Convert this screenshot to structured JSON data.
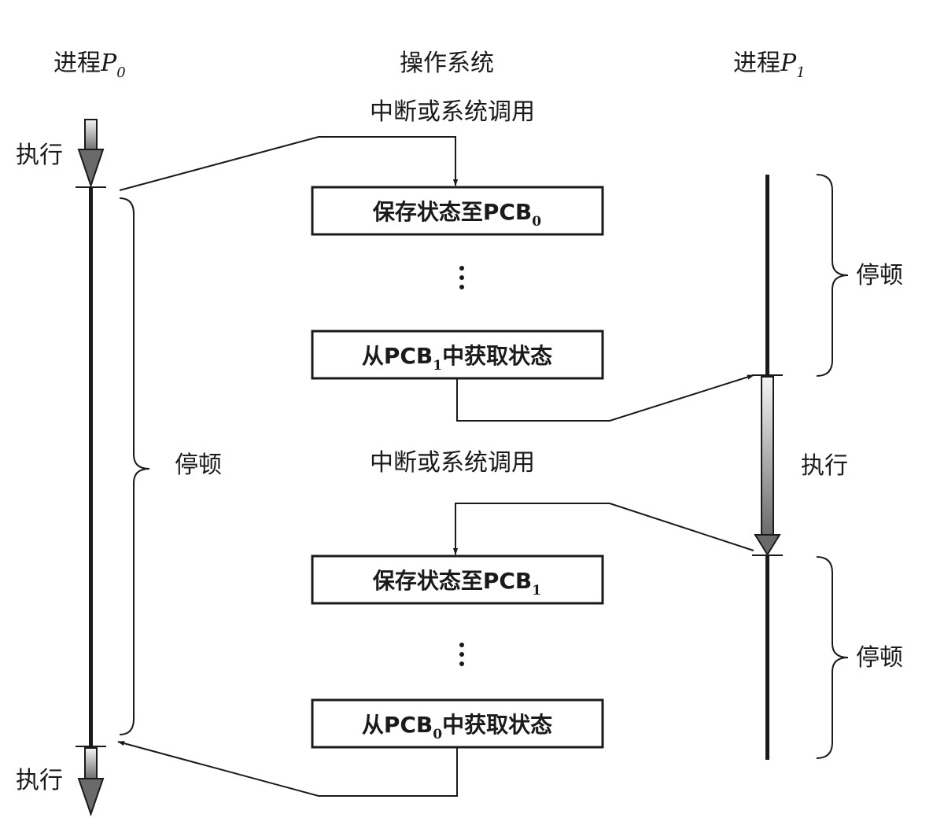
{
  "headers": {
    "p0_prefix": "进程",
    "p0_var": "P",
    "p0_sub": "0",
    "os": "操作系统",
    "p1_prefix": "进程",
    "p1_var": "P",
    "p1_sub": "1"
  },
  "interrupts": {
    "first": "中断或系统调用",
    "second": "中断或系统调用"
  },
  "boxes": {
    "save0_main": "保存状态至PCB",
    "save0_sub": "0",
    "load1_pre": "从PCB",
    "load1_sub": "1",
    "load1_post": "中获取状态",
    "save1_main": "保存状态至PCB",
    "save1_sub": "1",
    "load0_pre": "从PCB",
    "load0_sub": "0",
    "load0_post": "中获取状态"
  },
  "p0_labels": {
    "exec_top": "执行",
    "idle": "停顿",
    "exec_bottom": "执行"
  },
  "p1_labels": {
    "idle_top": "停顿",
    "exec": "执行",
    "idle_bottom": "停顿"
  },
  "ellipsis": "⋮",
  "colors": {
    "ink": "#1a1a1a",
    "exec_arrow_light": "#f2f2f2",
    "exec_arrow_dark": "#6e6e6e"
  }
}
